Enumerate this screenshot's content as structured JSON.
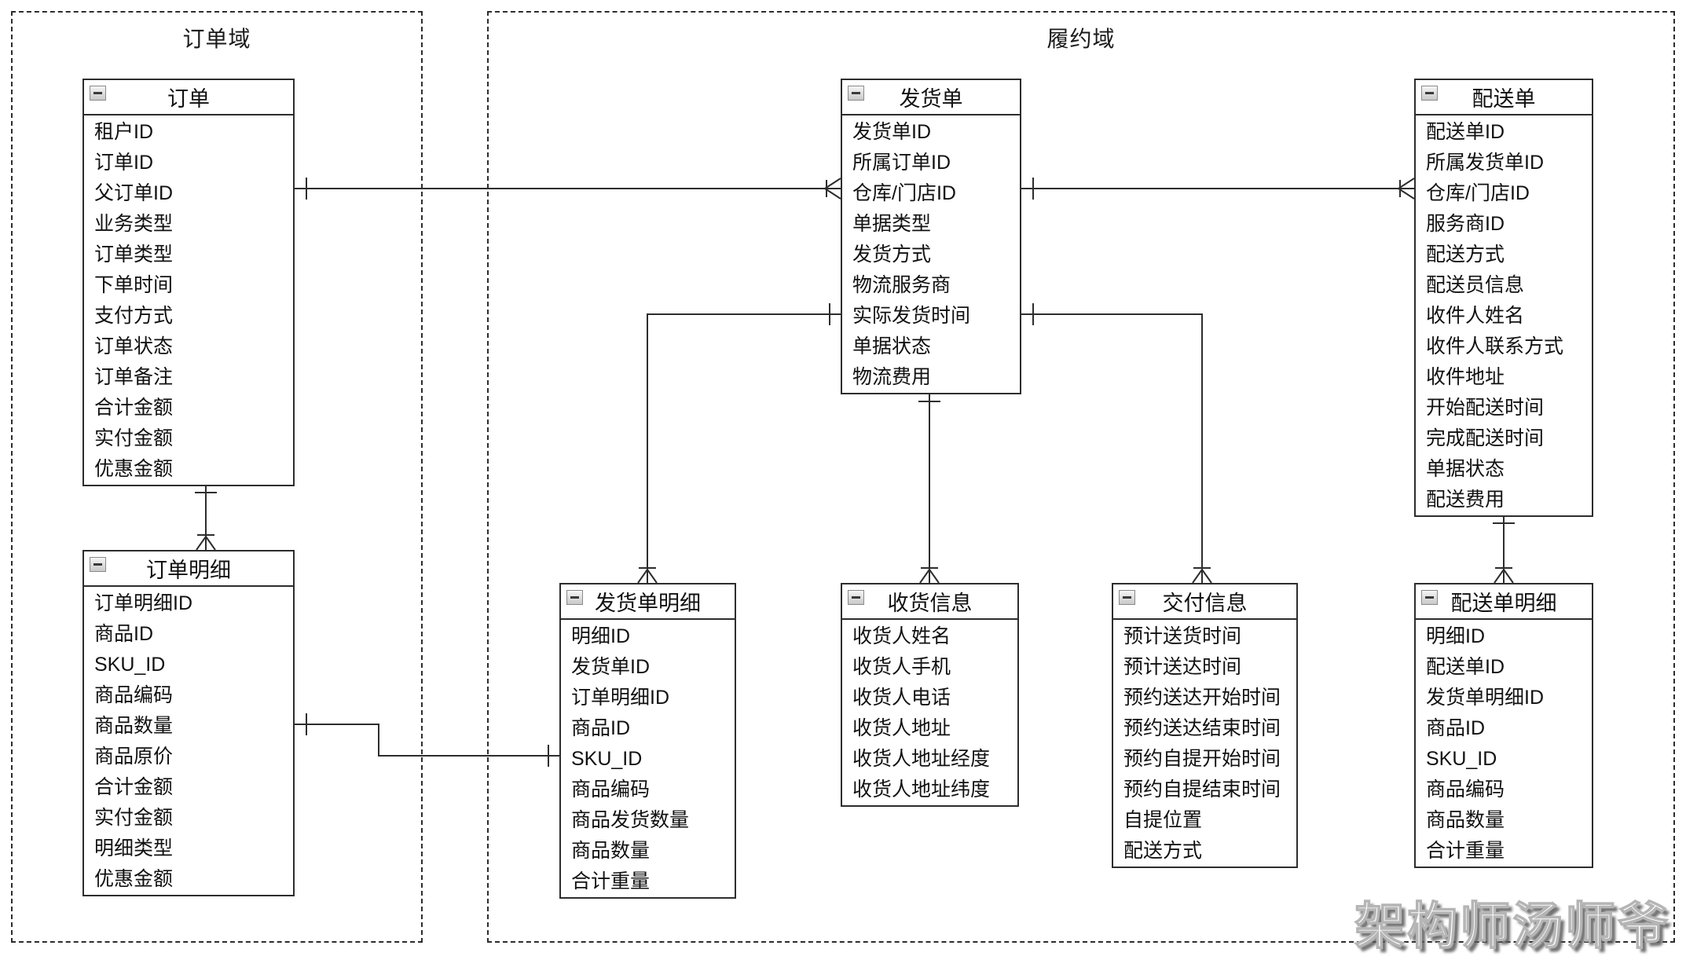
{
  "diagram": {
    "domains": {
      "order_domain": {
        "title": "订单域"
      },
      "fulfillment_domain": {
        "title": "履约域"
      }
    },
    "entities": {
      "order": {
        "title": "订单",
        "fields": [
          "租户ID",
          "订单ID",
          "父订单ID",
          "业务类型",
          "订单类型",
          "下单时间",
          "支付方式",
          "订单状态",
          "订单备注",
          "合计金额",
          "实付金额",
          "优惠金额"
        ]
      },
      "order_detail": {
        "title": "订单明细",
        "fields": [
          "订单明细ID",
          "商品ID",
          "SKU_ID",
          "商品编码",
          "商品数量",
          "商品原价",
          "合计金额",
          "实付金额",
          "明细类型",
          "优惠金额"
        ]
      },
      "shipment": {
        "title": "发货单",
        "fields": [
          "发货单ID",
          "所属订单ID",
          "仓库/门店ID",
          "单据类型",
          "发货方式",
          "物流服务商",
          "实际发货时间",
          "单据状态",
          "物流费用"
        ]
      },
      "delivery": {
        "title": "配送单",
        "fields": [
          "配送单ID",
          "所属发货单ID",
          "仓库/门店ID",
          "服务商ID",
          "配送方式",
          "配送员信息",
          "收件人姓名",
          "收件人联系方式",
          "收件地址",
          "开始配送时间",
          "完成配送时间",
          "单据状态",
          "配送费用"
        ]
      },
      "shipment_detail": {
        "title": "发货单明细",
        "fields": [
          "明细ID",
          "发货单ID",
          "订单明细ID",
          "商品ID",
          "SKU_ID",
          "商品编码",
          "商品发货数量",
          "商品数量",
          "合计重量"
        ]
      },
      "receiving_info": {
        "title": "收货信息",
        "fields": [
          "收货人姓名",
          "收货人手机",
          "收货人电话",
          "收货人地址",
          "收货人地址经度",
          "收货人地址纬度"
        ]
      },
      "delivery_info": {
        "title": "交付信息",
        "fields": [
          "预计送货时间",
          "预计送达时间",
          "预约送达开始时间",
          "预约送达结束时间",
          "预约自提开始时间",
          "预约自提结束时间",
          "自提位置",
          "配送方式"
        ]
      },
      "delivery_detail": {
        "title": "配送单明细",
        "fields": [
          "明细ID",
          "配送单ID",
          "发货单明细ID",
          "商品ID",
          "SKU_ID",
          "商品编码",
          "商品数量",
          "合计重量"
        ]
      }
    },
    "relationships": [
      {
        "from": "订单",
        "to": "发货单",
        "cardinality": "1:N"
      },
      {
        "from": "订单",
        "to": "订单明细",
        "cardinality": "1:N"
      },
      {
        "from": "发货单",
        "to": "配送单",
        "cardinality": "1:N"
      },
      {
        "from": "发货单",
        "to": "发货单明细",
        "cardinality": "1:N"
      },
      {
        "from": "发货单",
        "to": "收货信息",
        "cardinality": "1:N"
      },
      {
        "from": "发货单",
        "to": "交付信息",
        "cardinality": "1:N"
      },
      {
        "from": "配送单",
        "to": "配送单明细",
        "cardinality": "1:N"
      },
      {
        "from": "订单明细",
        "to": "发货单明细",
        "cardinality": "1:1"
      }
    ],
    "icons": {
      "collapse": "minus-square"
    },
    "colors": {
      "line": "#2d2d2d",
      "entity_border": "#2d2d2d",
      "background": "#ffffff",
      "watermark_fill": "#ffffff",
      "watermark_shadow": "#8a8a8a"
    },
    "watermark": "架构师汤师爷"
  }
}
